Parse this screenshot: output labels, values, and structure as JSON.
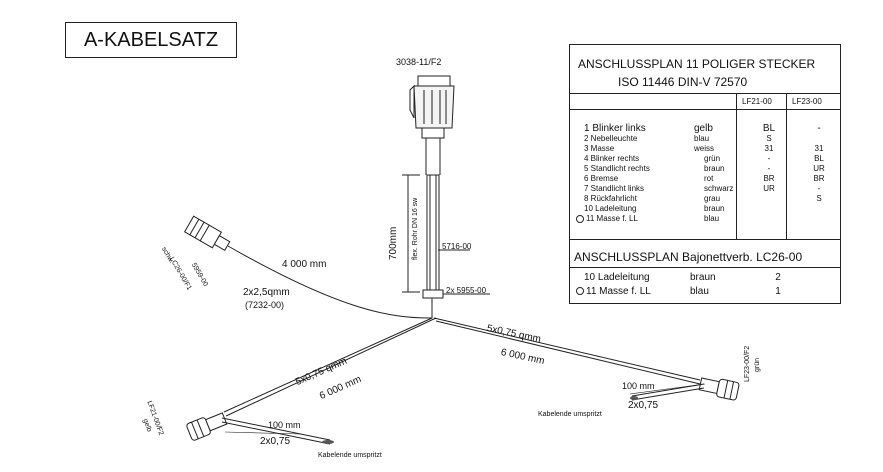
{
  "title": "A-KABELSATZ",
  "connector_top_label": "3038-11/F2",
  "table": {
    "heading_line1": "ANSCHLUSSPLAN  11 POLIGER STECKER",
    "heading_line2": "ISO 11446   DIN-V 72570",
    "col_a": "LF21-00",
    "col_b": "LF23-00",
    "rows": [
      {
        "name": "1  Blinker links",
        "color": "gelb",
        "a": "BL",
        "b": "-"
      },
      {
        "name": "2  Nebelleuchte",
        "color": "blau",
        "a": "S",
        "b": ""
      },
      {
        "name": "3  Masse",
        "color": "weiss",
        "a": "31",
        "b": "31"
      },
      {
        "name": "4  Blinker rechts",
        "color": "grün",
        "a": "-",
        "b": "BL"
      },
      {
        "name": "5  Standlicht rechts",
        "color": "braun",
        "a": "-",
        "b": "UR"
      },
      {
        "name": "6  Bremse",
        "color": "rot",
        "a": "BR",
        "b": "BR"
      },
      {
        "name": "7  Standlicht links",
        "color": "schwarz",
        "a": "UR",
        "b": "-"
      },
      {
        "name": "8  Rückfahrlicht",
        "color": "grau",
        "a": "",
        "b": "S"
      },
      {
        "name": "10 Ladeleitung",
        "color": "braun",
        "a": "",
        "b": ""
      },
      {
        "name": "11 Masse f. LL",
        "color": "blau",
        "a": "",
        "b": ""
      }
    ],
    "bayonet_heading": "ANSCHLUSSPLAN  Bajonettverb.   LC26-00",
    "bayonet_rows": [
      {
        "name": "10 Ladeleitung",
        "color": "braun",
        "value": "2"
      },
      {
        "name": "11 Masse f. LL",
        "color": "blau",
        "value": "1"
      }
    ]
  },
  "labels": {
    "len_700": "700mm",
    "flex_tube": "flex. Rohr DN 16 sw",
    "part_5716": "5716-00",
    "part_5955": "2x 5955-00",
    "len_4000": "4 000 mm",
    "cable_2x25": "2x2,5qmm",
    "part_7232": "(7232-00)",
    "bayonet_conn_a": "LC26-00/F1",
    "bayonet_conn_b": "5959-00",
    "bayonet_conn_c": "schw.",
    "right_branch_cable": "5x0,75 qmm",
    "right_branch_len": "6 000 mm",
    "left_branch_cable": "5x0,75 qmm",
    "left_branch_len": "6 000 mm",
    "right_conn_label": "LF23-00/F2",
    "right_conn_color": "grün",
    "left_conn_label": "LF21-00/F2",
    "left_conn_color": "gelb",
    "right_stub_len": "100 mm",
    "right_stub_cable": "2x0,75",
    "right_end_note": "Kabelende umspritzt",
    "left_stub_len": "100 mm",
    "left_stub_cable": "2x0,75",
    "left_end_note": "Kabelende umspritzt"
  }
}
